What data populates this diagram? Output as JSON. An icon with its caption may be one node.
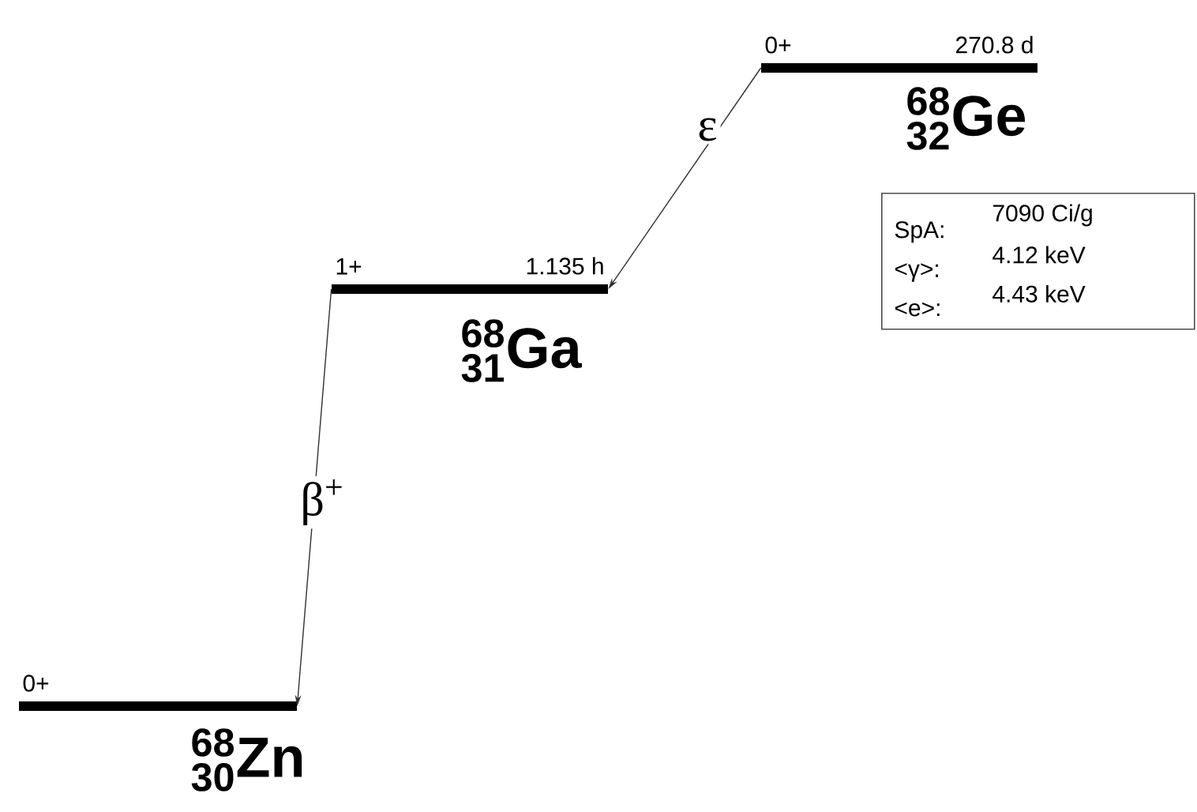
{
  "diagram": {
    "nodes": [
      {
        "text": [
          "0+",
          "270.8 d"
        ],
        "beside": [
          "{}^{\\text{68}}_{\\text{32}}\\text{Ge}"
        ]
      },
      {
        "text": [
          "1+",
          "1.135 h"
        ],
        "beside": [
          "{}^{\\text{68}}_{\\text{31}}\\text{Ga}"
        ]
      },
      {
        "text": [
          "0+"
        ],
        "beside": [
          "{}^{\\text{68}}_{\\text{30}}\\text{Zn}"
        ]
      },
      {
        "text": [
          "SpA:",
          "7090 Ci/g",
          "<γ>:",
          "4.12 keV",
          "<e>:",
          "4.43 keV"
        ]
      }
    ],
    "edges": [
      {
        "from": 0,
        "to": 1,
        "arrow": "to",
        "label": "ε"
      },
      {
        "from": 1,
        "to": 2,
        "arrow": "to",
        "label": "β$^{+}$"
      }
    ]
  }
}
